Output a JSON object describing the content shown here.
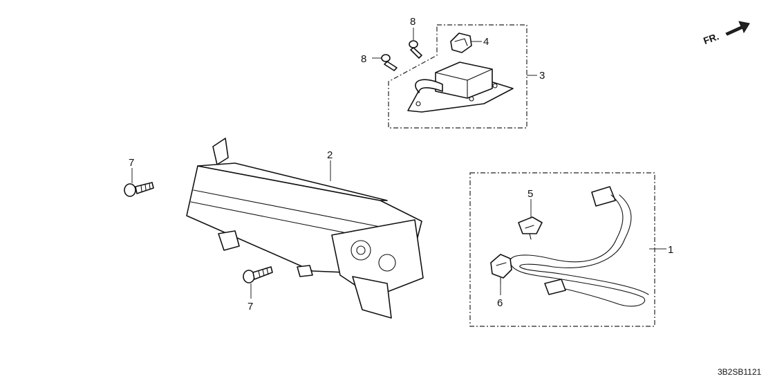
{
  "direction": {
    "label": "FR."
  },
  "diagram_code": "3B2SB1121",
  "callouts": {
    "c1": "1",
    "c2": "2",
    "c3": "3",
    "c4": "4",
    "c5": "5",
    "c6": "6",
    "c7a": "7",
    "c7b": "7",
    "c8a": "8",
    "c8b": "8"
  }
}
